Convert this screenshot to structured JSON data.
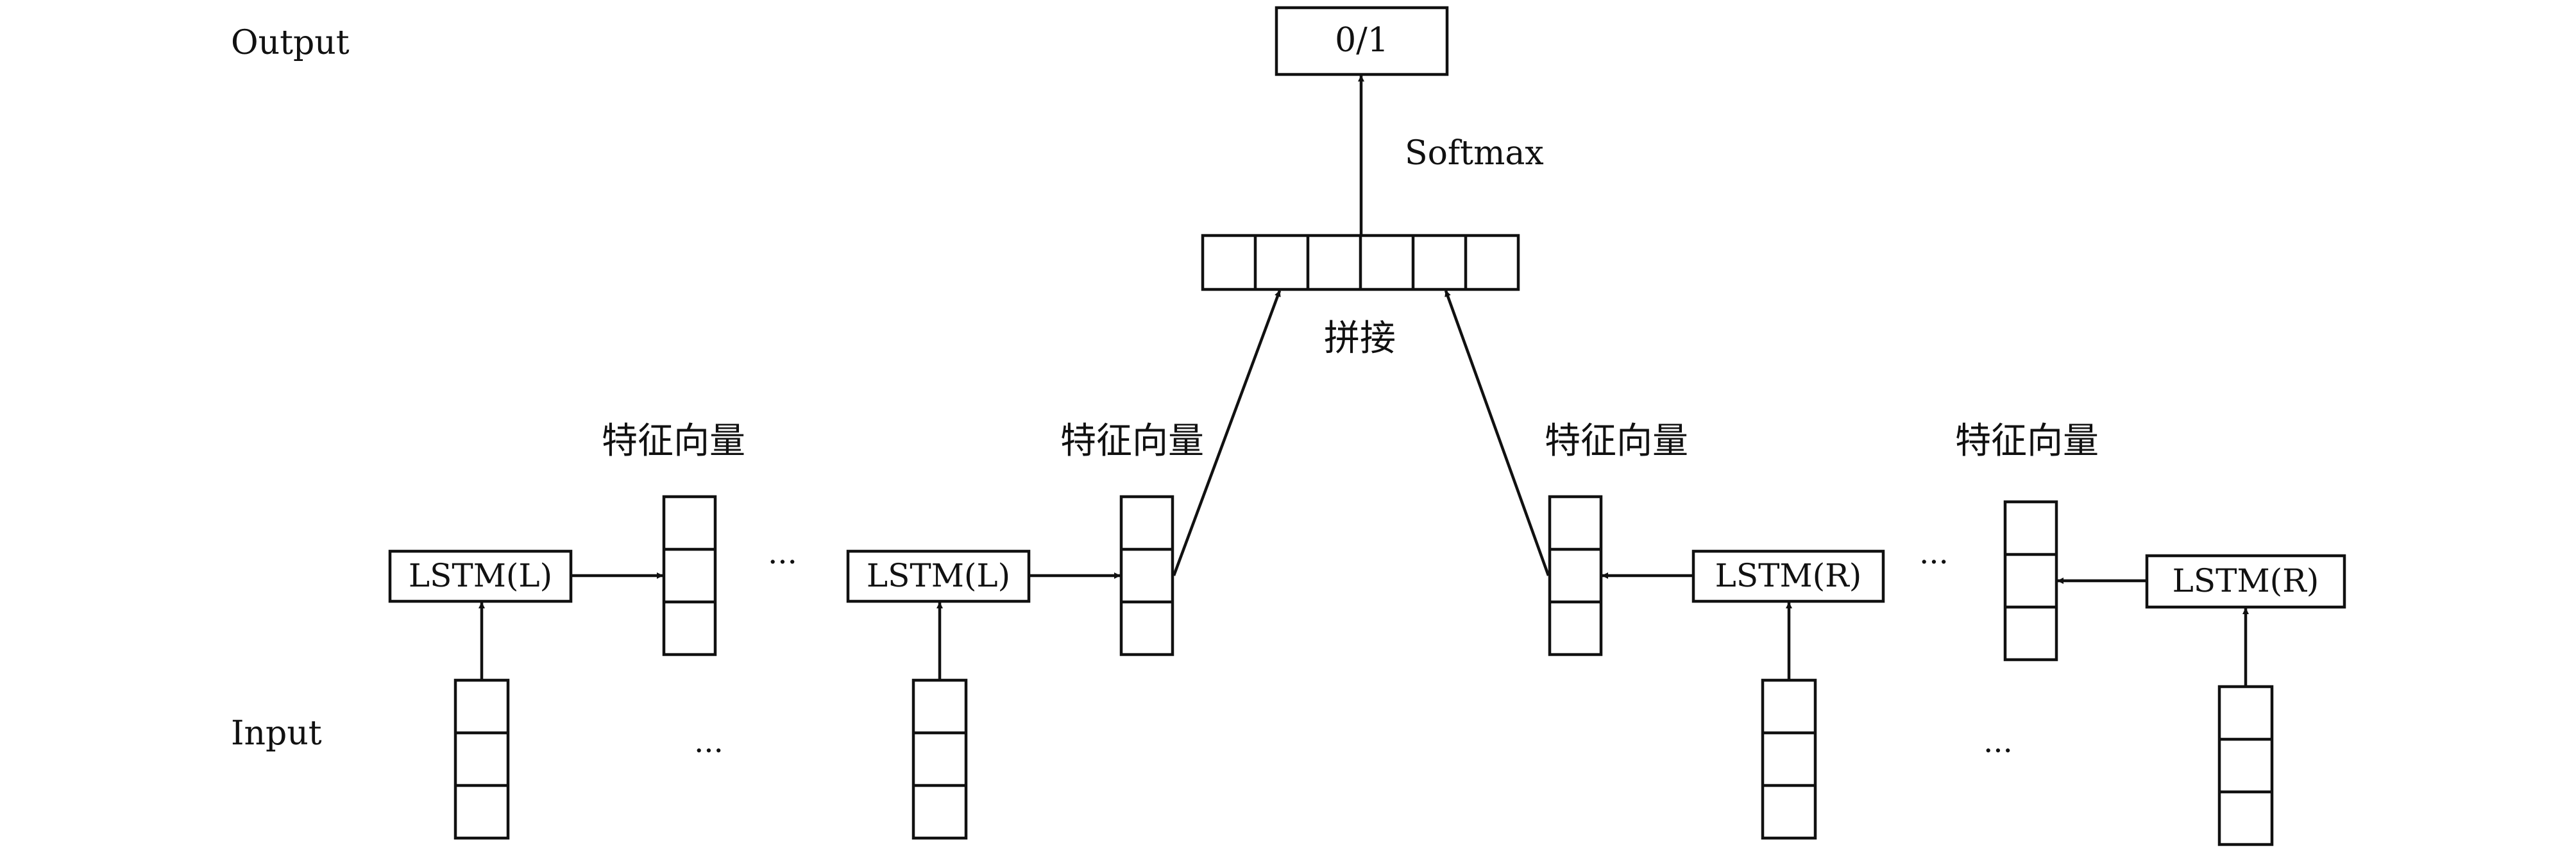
{
  "labels": {
    "output": "Output",
    "input": "Input",
    "result": "0/1",
    "softmax": "Softmax",
    "concat": "拼接",
    "feature_vector": "特征向量",
    "ellipsis": "···",
    "lstm_left": "LSTM(L)",
    "lstm_right": "LSTM(R)"
  },
  "colors": {
    "stroke": "#111111",
    "background": "#ffffff"
  }
}
